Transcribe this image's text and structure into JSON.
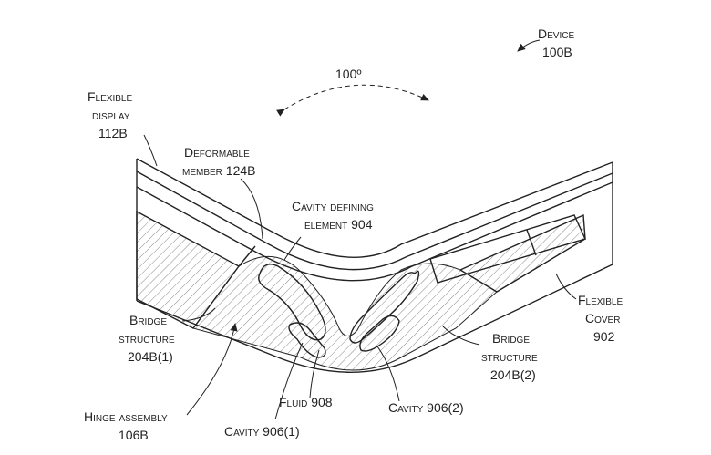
{
  "labels": {
    "device": [
      "Device",
      "100B"
    ],
    "angle": "100º",
    "flexible_display": [
      "Flexible",
      "display",
      "112B"
    ],
    "deformable_member": [
      "Deformable",
      "member 124B"
    ],
    "cavity_defining_element": [
      "Cavity defining",
      "element 904"
    ],
    "flexible_cover": [
      "Flexible",
      "Cover",
      "902"
    ],
    "bridge_left": [
      "Bridge",
      "structure",
      "204B(1)"
    ],
    "bridge_right": [
      "Bridge",
      "structure",
      "204B(2)"
    ],
    "hinge_assembly": [
      "Hinge assembly",
      "106B"
    ],
    "fluid": "Fluid 908",
    "cavity_1": "Cavity 906(1)",
    "cavity_2": "Cavity 906(2)"
  }
}
